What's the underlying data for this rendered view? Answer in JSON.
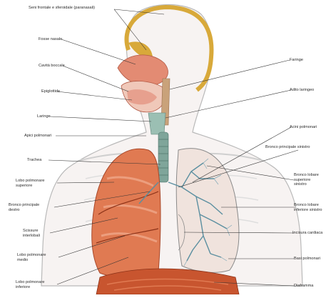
{
  "labels": {
    "seni_frontale": "Seni frontale e sferoidale (paranasali)",
    "fosse_nasale": "Fosse nasale",
    "cavita_boccale": "Cavità boccale",
    "epiglottide": "Epiglottide",
    "laringe": "Laringe",
    "apici_polmonari": "Apici polmonari",
    "trachea": "Trachea",
    "lobo_superiore": "Lobo polmonare\nsuperiore",
    "bronco_destro": "Bronco principale\ndestro",
    "scissure": "Scissure\ninterlobali",
    "lobo_medio": "Lobo polmonare\nmedio",
    "lobo_inferiore": "Lobo polmonare\ninferiore",
    "faringe": "Faringe",
    "adito": "Adito laringeo",
    "acini": "Acini polmonari",
    "bronco_sinistro": "Bronco principale sinistro",
    "bronco_lobare_sup": "Bronco lobare\nsuperiore\nsinistro",
    "bronco_lobare_inf": "Bronco lobare\ninferiore sinistro",
    "incisura": "Incisura cardiaca",
    "basi": "Basi polmonari",
    "diaframma": "Diaframma"
  },
  "colors": {
    "skin_outline": "#b9b9b9",
    "lung_red": "#e07a52",
    "lung_light": "#f0d9d0",
    "bronchi_blue": "#5b8fa0",
    "sinus_gold": "#d8a93a",
    "diaphragm": "#c8552f",
    "trachea_teal": "#7fa59a"
  }
}
